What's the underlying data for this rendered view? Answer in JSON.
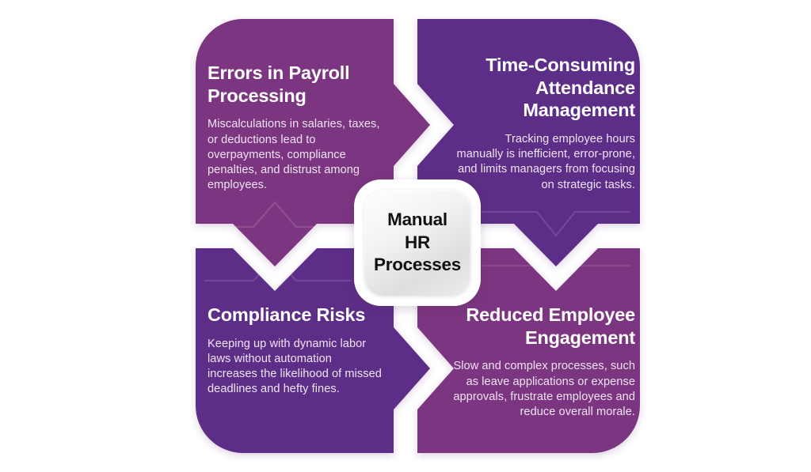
{
  "diagram": {
    "type": "cycle-quadrant-chevron",
    "center": {
      "label": "Manual\nHR\nProcesses"
    },
    "colors": {
      "magenta_purple": "#7B3580",
      "indigo_purple": "#5B2D87",
      "background": "#FFFFFF",
      "heading_text": "#FFFFFF",
      "body_text": "#EFE4F2",
      "center_text": "#111111"
    },
    "quadrants": [
      {
        "position": "top-left",
        "heading": "Errors in Payroll Processing",
        "body": "Miscalculations in salaries, taxes, or deductions lead to overpayments, compliance penalties, and distrust among employees.",
        "color": "#7B3580",
        "align": "left"
      },
      {
        "position": "top-right",
        "heading": "Time-Consuming Attendance Management",
        "body": "Tracking employee hours manually is inefficient, error-prone, and limits managers from focusing on strategic tasks.",
        "color": "#5B2D87",
        "align": "right"
      },
      {
        "position": "bottom-left",
        "heading": "Compliance Risks",
        "body": "Keeping up with dynamic labor laws without automation increases the likelihood of missed deadlines and hefty fines.",
        "color": "#5B2D87",
        "align": "left"
      },
      {
        "position": "bottom-right",
        "heading": "Reduced Employee Engagement",
        "body": "Slow and complex processes, such as leave applications or expense approvals, frustrate employees and reduce overall morale.",
        "color": "#7B3580",
        "align": "right"
      }
    ],
    "connectors": [
      {
        "name": "top-left-to-top-right",
        "direction": "right"
      },
      {
        "name": "top-right-to-bottom-right",
        "direction": "down"
      },
      {
        "name": "bottom-right-to-bottom-left",
        "direction": "left"
      },
      {
        "name": "bottom-left-to-top-left",
        "direction": "up"
      }
    ]
  }
}
